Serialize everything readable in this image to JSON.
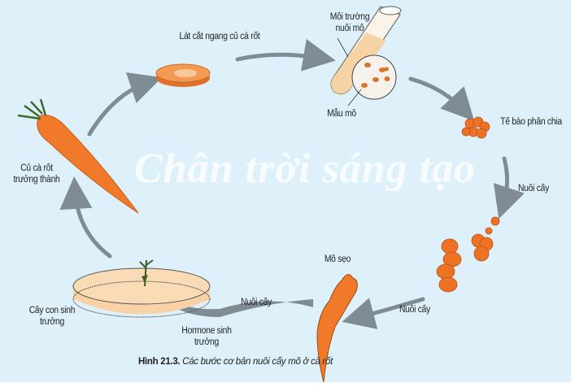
{
  "watermark": "Chân trời sáng tạo",
  "labels": {
    "slice": "Lát cắt ngang củ cà rốt",
    "medium": "Môi trường nuôi mô",
    "sample": "Mẫu mô",
    "dividing": "Tế bào phân chia",
    "culture1": "Nuôi cấy",
    "culture2": "Nuôi cấy",
    "culture3": "Nuôi cấy",
    "callus": "Mô sẹo",
    "hormone": "Hormone sinh trưởng",
    "seedling": "Cây con sinh trưởng",
    "carrot": "Củ cà rốt trưởng thành"
  },
  "caption": {
    "number": "Hình 21.3.",
    "text": "Các bước cơ bản nuôi cấy mô ở cà rốt"
  },
  "colors": {
    "background": "#def1fb",
    "orange": "#f07a2a",
    "arrow": "#7f8c93"
  }
}
